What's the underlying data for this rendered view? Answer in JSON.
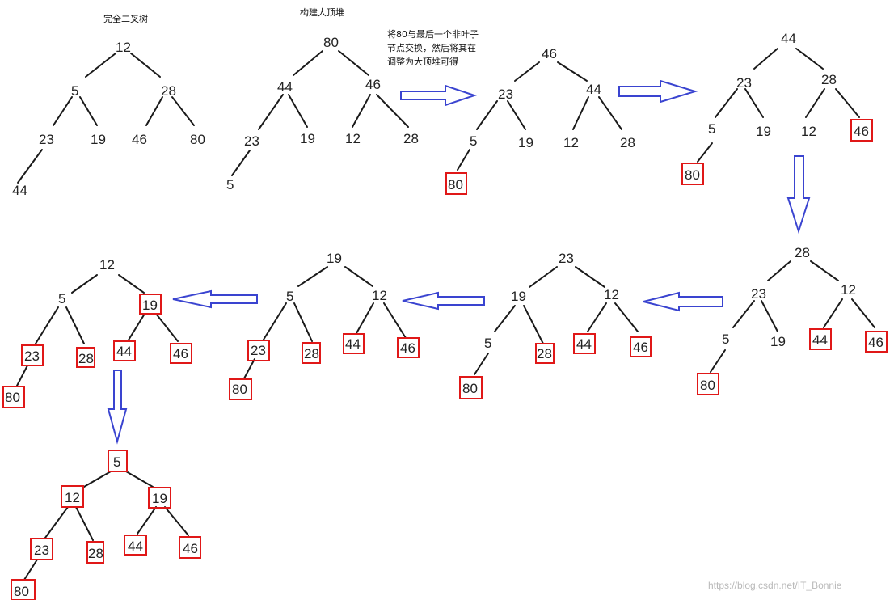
{
  "captions": {
    "complete_tree": "完全二叉树",
    "build_heap": "构建大顶堆",
    "swap_note_line1": "将80与最后一个非叶子",
    "swap_note_line2": "节点交换，然后将其在",
    "swap_note_line3": "调整为大顶堆可得"
  },
  "colors": {
    "edge": "#1a1a1a",
    "sorted_box": "#e01818",
    "arrow": "#3a44d0",
    "watermark": "#b9b9b9"
  },
  "trees": [
    {
      "id": "t1",
      "nodes": [
        {
          "v": "12"
        },
        {
          "v": "5"
        },
        {
          "v": "28"
        },
        {
          "v": "23"
        },
        {
          "v": "19"
        },
        {
          "v": "46"
        },
        {
          "v": "80"
        },
        {
          "v": "44"
        }
      ],
      "sorted": []
    },
    {
      "id": "t2",
      "nodes": [
        {
          "v": "80"
        },
        {
          "v": "44"
        },
        {
          "v": "46"
        },
        {
          "v": "23"
        },
        {
          "v": "19"
        },
        {
          "v": "12"
        },
        {
          "v": "28"
        },
        {
          "v": "5"
        }
      ],
      "sorted": []
    },
    {
      "id": "t3",
      "nodes": [
        {
          "v": "46"
        },
        {
          "v": "23"
        },
        {
          "v": "44"
        },
        {
          "v": "5"
        },
        {
          "v": "19"
        },
        {
          "v": "12"
        },
        {
          "v": "28"
        },
        {
          "v": "80"
        }
      ],
      "sorted": [
        "80"
      ]
    },
    {
      "id": "t4",
      "nodes": [
        {
          "v": "44"
        },
        {
          "v": "23"
        },
        {
          "v": "28"
        },
        {
          "v": "5"
        },
        {
          "v": "19"
        },
        {
          "v": "12"
        },
        {
          "v": "46"
        },
        {
          "v": "80"
        }
      ],
      "sorted": [
        "46",
        "80"
      ]
    },
    {
      "id": "t5",
      "nodes": [
        {
          "v": "28"
        },
        {
          "v": "23"
        },
        {
          "v": "12"
        },
        {
          "v": "5"
        },
        {
          "v": "19"
        },
        {
          "v": "44"
        },
        {
          "v": "46"
        },
        {
          "v": "80"
        }
      ],
      "sorted": [
        "44",
        "46",
        "80"
      ]
    },
    {
      "id": "t6",
      "nodes": [
        {
          "v": "23"
        },
        {
          "v": "19"
        },
        {
          "v": "12"
        },
        {
          "v": "5"
        },
        {
          "v": "28"
        },
        {
          "v": "44"
        },
        {
          "v": "46"
        },
        {
          "v": "80"
        }
      ],
      "sorted": [
        "28",
        "44",
        "46",
        "80"
      ]
    },
    {
      "id": "t7",
      "nodes": [
        {
          "v": "19"
        },
        {
          "v": "5"
        },
        {
          "v": "12"
        },
        {
          "v": "23"
        },
        {
          "v": "28"
        },
        {
          "v": "44"
        },
        {
          "v": "46"
        },
        {
          "v": "80"
        }
      ],
      "sorted": [
        "23",
        "28",
        "44",
        "46",
        "80"
      ]
    },
    {
      "id": "t8",
      "nodes": [
        {
          "v": "12"
        },
        {
          "v": "5"
        },
        {
          "v": "19"
        },
        {
          "v": "23"
        },
        {
          "v": "28"
        },
        {
          "v": "44"
        },
        {
          "v": "46"
        },
        {
          "v": "80"
        }
      ],
      "sorted": [
        "19",
        "23",
        "28",
        "44",
        "46",
        "80"
      ]
    },
    {
      "id": "t9",
      "nodes": [
        {
          "v": "5"
        },
        {
          "v": "12"
        },
        {
          "v": "19"
        },
        {
          "v": "23"
        },
        {
          "v": "28"
        },
        {
          "v": "44"
        },
        {
          "v": "46"
        },
        {
          "v": "80"
        }
      ],
      "sorted": [
        "5",
        "12",
        "19",
        "23",
        "28",
        "44",
        "46",
        "80"
      ]
    }
  ],
  "watermark": "https://blog.csdn.net/IT_Bonnie"
}
